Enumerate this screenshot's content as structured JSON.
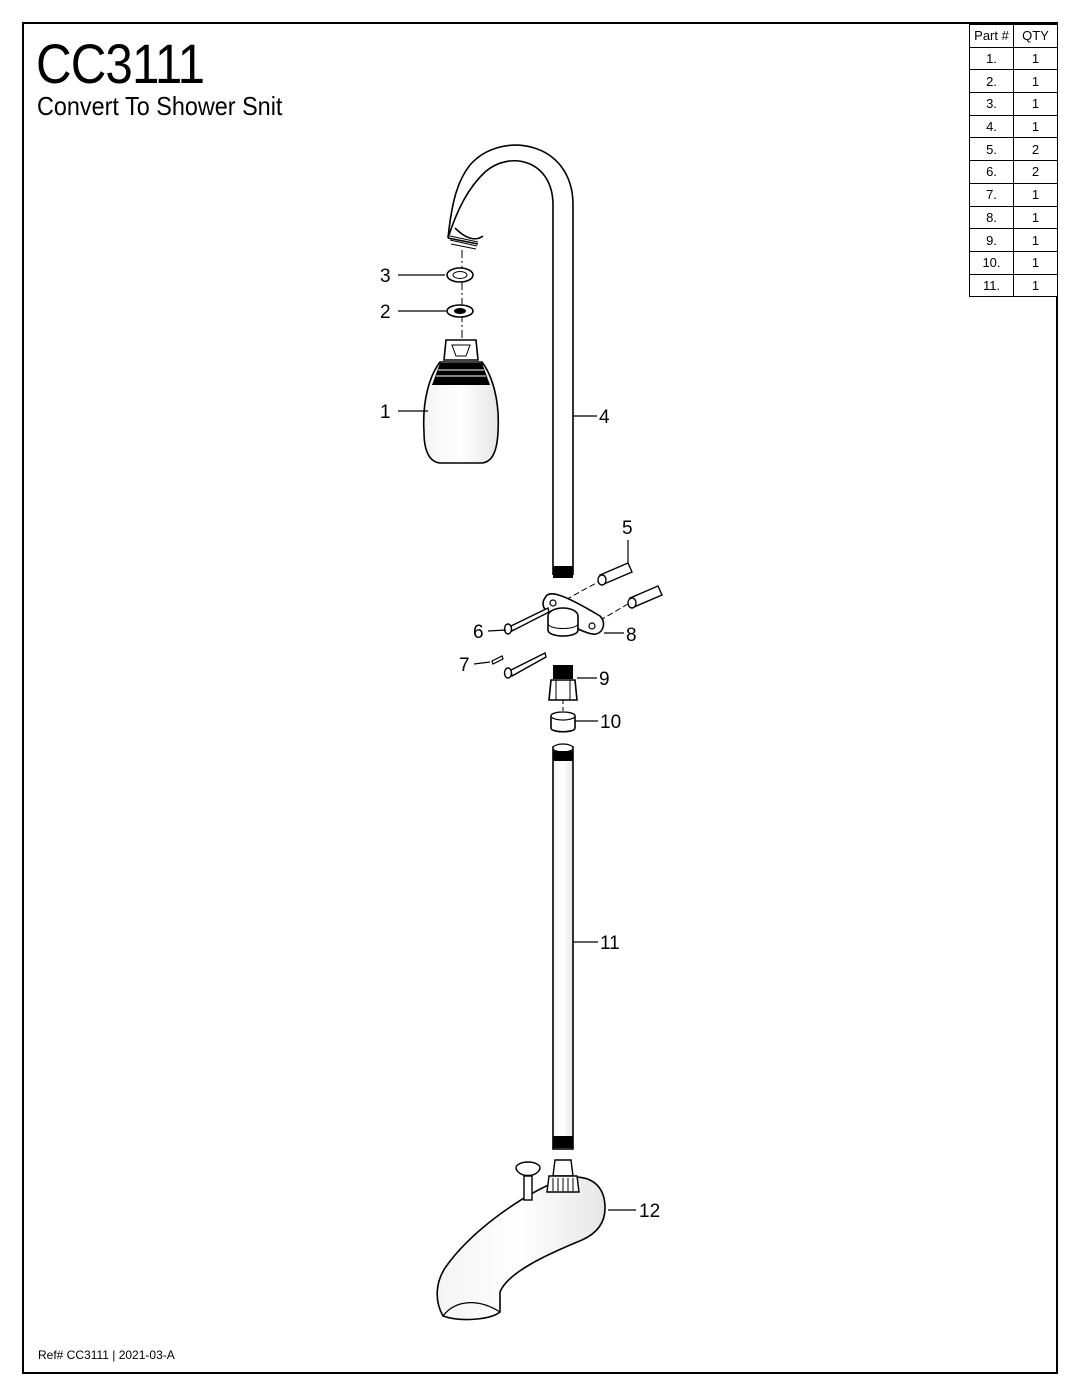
{
  "header": {
    "title": "CC3111",
    "subtitle": "Convert To Shower Snit"
  },
  "footer": {
    "reference": "Ref# CC3111 | 2021-03-A"
  },
  "parts_table": {
    "columns": [
      "Part #",
      "QTY"
    ],
    "rows": [
      {
        "part": "1.",
        "qty": "1"
      },
      {
        "part": "2.",
        "qty": "1"
      },
      {
        "part": "3.",
        "qty": "1"
      },
      {
        "part": "4.",
        "qty": "1"
      },
      {
        "part": "5.",
        "qty": "2"
      },
      {
        "part": "6.",
        "qty": "2"
      },
      {
        "part": "7.",
        "qty": "1"
      },
      {
        "part": "8.",
        "qty": "1"
      },
      {
        "part": "9.",
        "qty": "1"
      },
      {
        "part": "10.",
        "qty": "1"
      },
      {
        "part": "11.",
        "qty": "1"
      }
    ]
  },
  "callouts": {
    "c1": "1",
    "c2": "2",
    "c3": "3",
    "c4": "4",
    "c5": "5",
    "c6": "6",
    "c7": "7",
    "c8": "8",
    "c9": "9",
    "c10": "10",
    "c11": "11",
    "c12": "12"
  }
}
